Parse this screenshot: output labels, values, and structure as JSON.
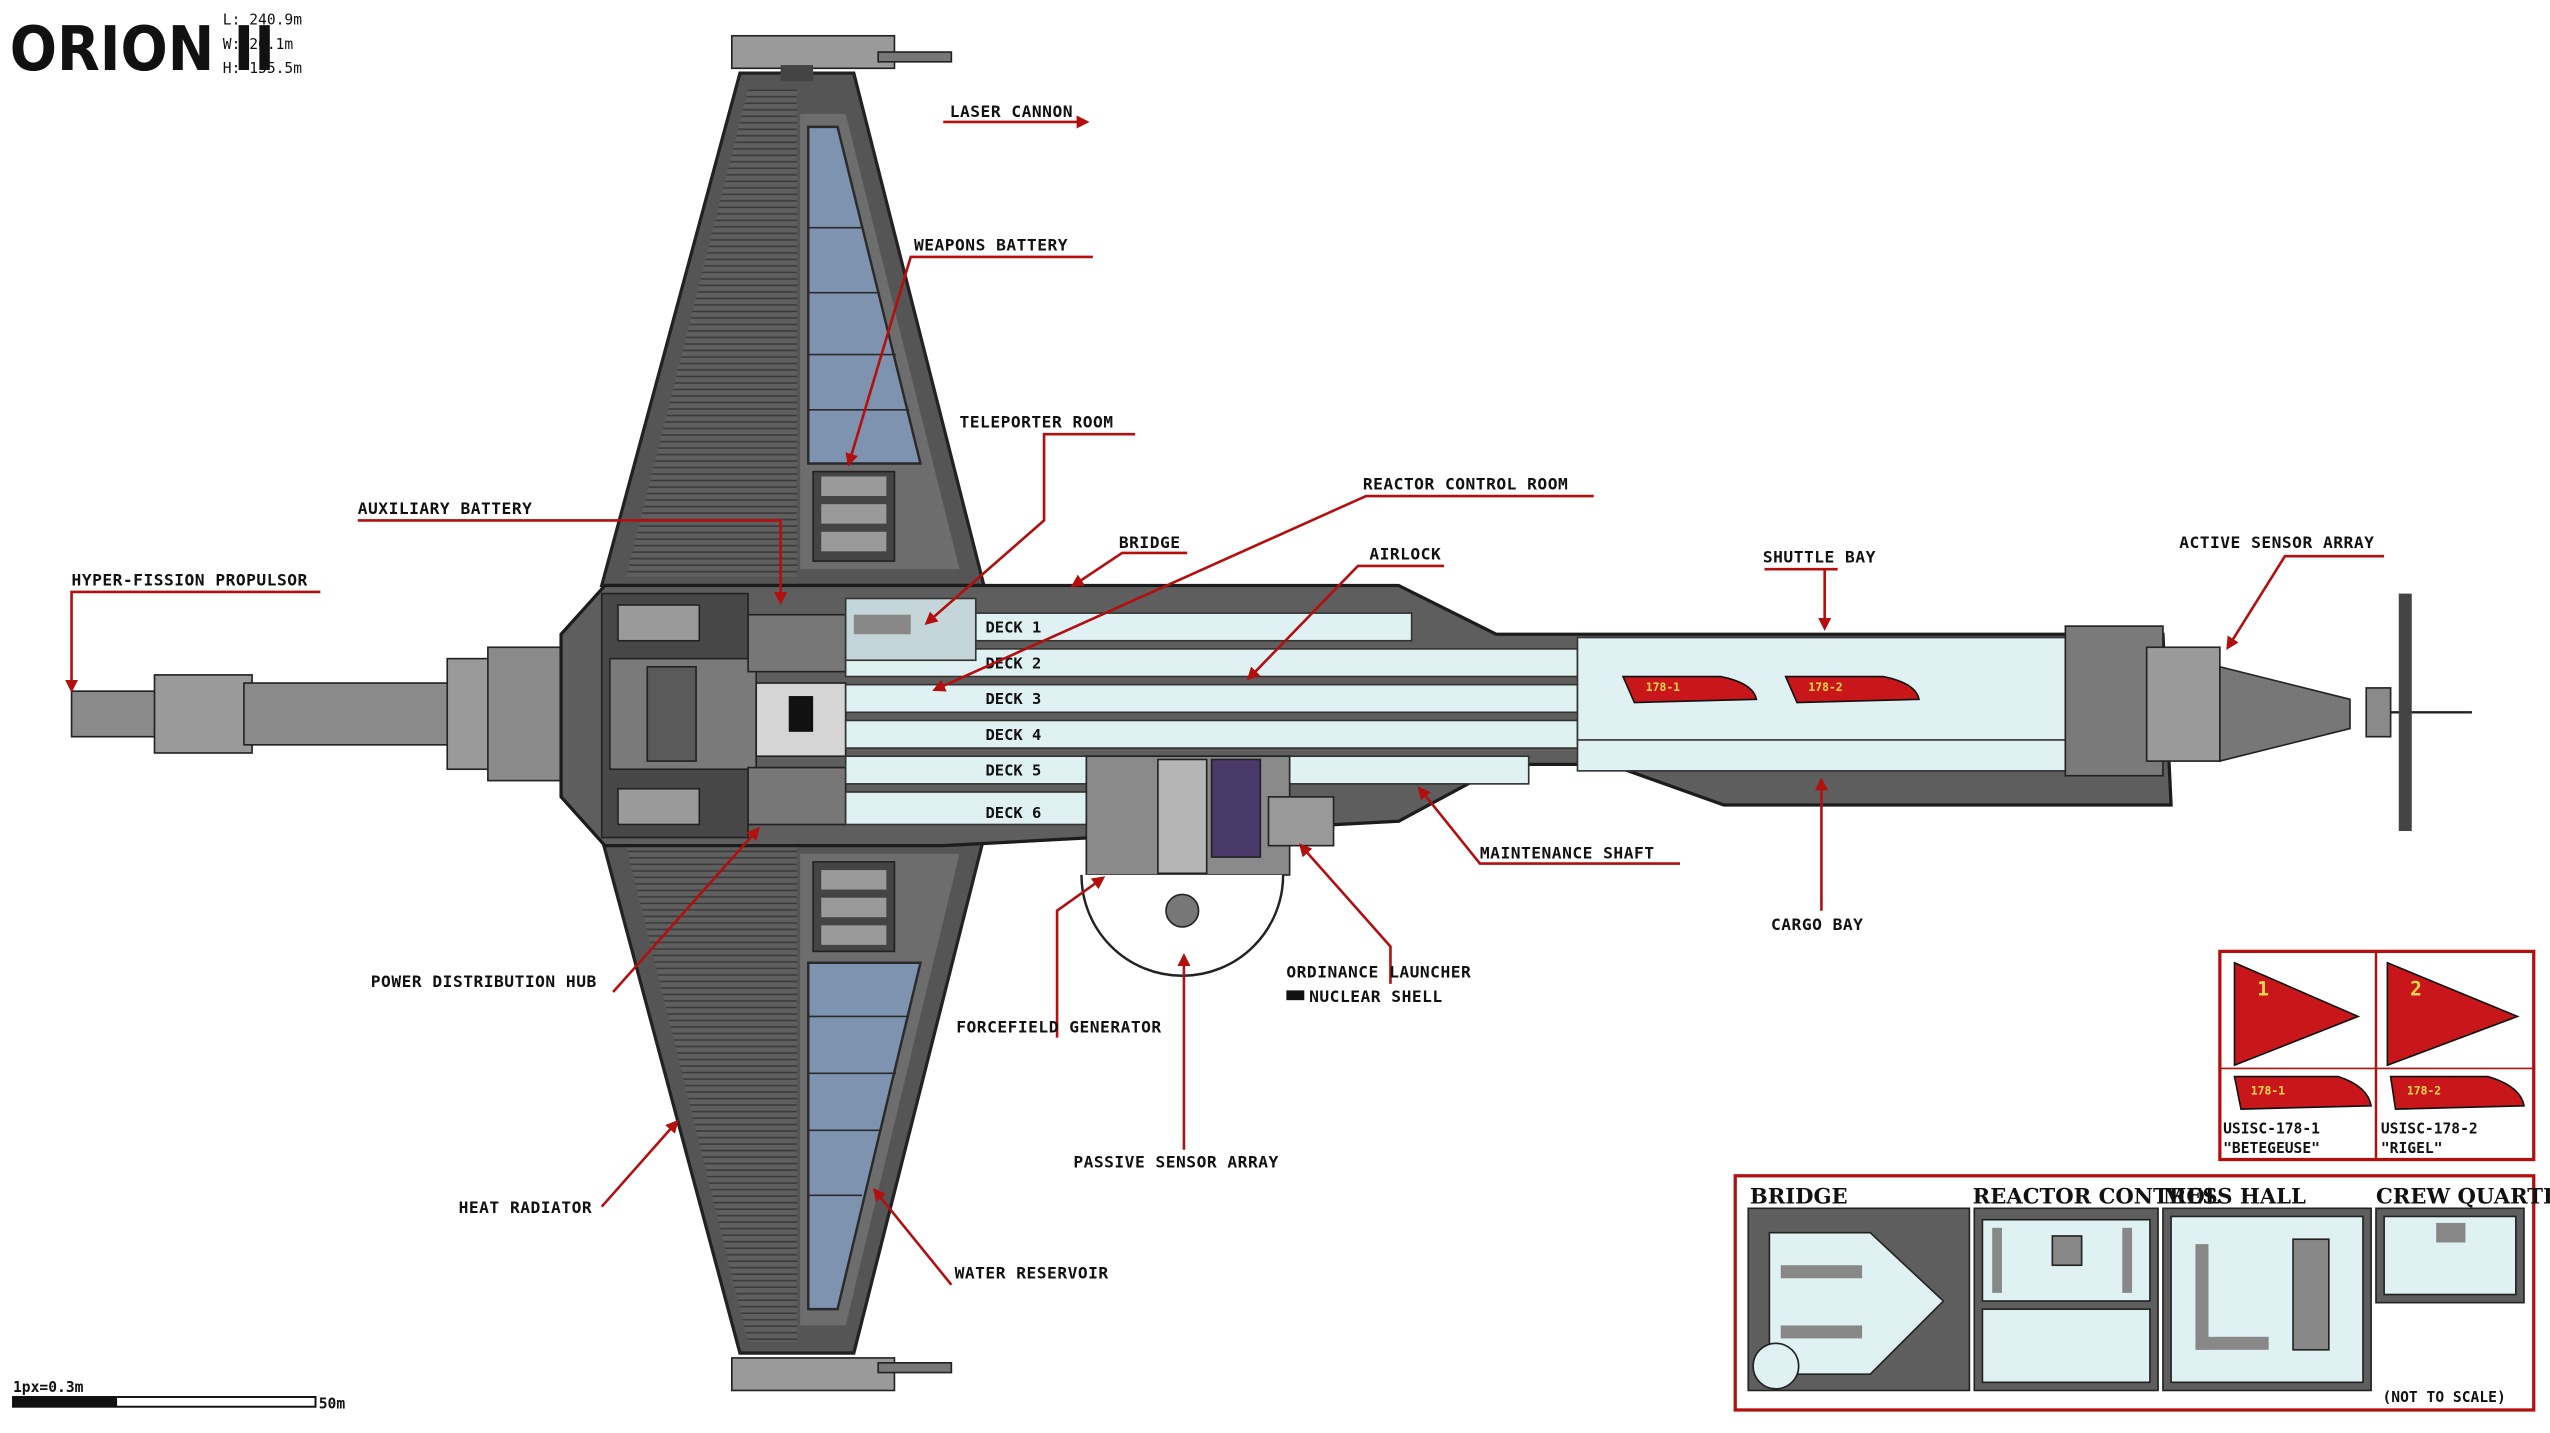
{
  "header": {
    "title": "ORION II",
    "stats": [
      "L: 240.9m",
      "W: 26.1m",
      "H: 155.5m"
    ]
  },
  "scale_bar": {
    "unit_label": "1px=0.3m",
    "length_label": "50m"
  },
  "callouts": {
    "laser_cannon": "LASER CANNON",
    "weapons_battery": "WEAPONS BATTERY",
    "teleporter_room": "TELEPORTER ROOM",
    "auxiliary_battery": "AUXILIARY BATTERY",
    "reactor_control_room": "REACTOR CONTROL ROOM",
    "bridge": "BRIDGE",
    "airlock": "AIRLOCK",
    "shuttle_bay": "SHUTTLE BAY",
    "active_sensor_array": "ACTIVE SENSOR ARRAY",
    "hyper_fission_propulsor": "HYPER-FISSION PROPULSOR",
    "maintenance_shaft": "MAINTENANCE SHAFT",
    "cargo_bay": "CARGO BAY",
    "power_distribution_hub": "POWER DISTRIBUTION HUB",
    "ordinance_launcher": "ORDINANCE LAUNCHER",
    "nuclear_shell": "NUCLEAR SHELL",
    "forcefield_generator": "FORCEFIELD GENERATOR",
    "passive_sensor_array": "PASSIVE SENSOR ARRAY",
    "heat_radiator": "HEAT RADIATOR",
    "water_reservoir": "WATER RESERVOIR"
  },
  "decks": [
    "DECK 1",
    "DECK 2",
    "DECK 3",
    "DECK 4",
    "DECK 5",
    "DECK 6"
  ],
  "shuttles": {
    "hull_markings": [
      "178-1",
      "178-2"
    ],
    "top_view_markings": [
      "1",
      "2"
    ],
    "names": [
      {
        "line1": "USISC-178-1",
        "line2": "\"BETEGEUSE\""
      },
      {
        "line1": "USISC-178-2",
        "line2": "\"RIGEL\""
      }
    ]
  },
  "rooms_inset": {
    "headings": [
      "BRIDGE",
      "REACTOR CONTROL",
      "MESS HALL",
      "CREW QUARTERS"
    ],
    "note": "(NOT TO SCALE)"
  },
  "colors": {
    "hull": "#5e5e5e",
    "hull_light": "#9a9a9a",
    "interior": "#dff1f3",
    "glass": "#7d93b0",
    "callout": "#b30f0f",
    "shuttle": "#c8161a"
  }
}
